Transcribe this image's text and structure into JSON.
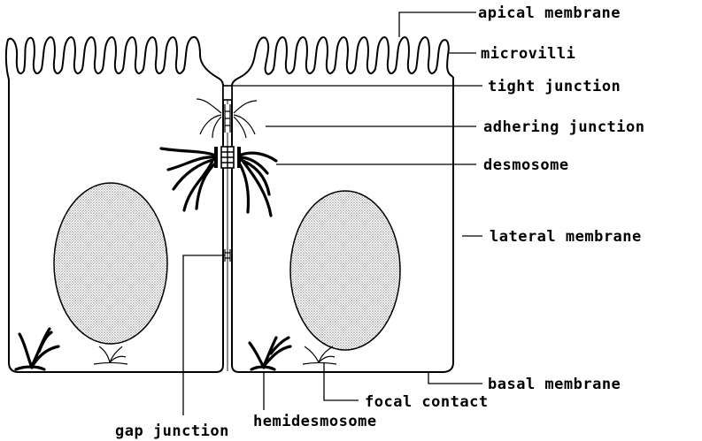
{
  "labels": {
    "apical_membrane": "apical membrane",
    "microvilli": "microvilli",
    "tight_junction": "tight junction",
    "adhering_junction": "adhering junction",
    "desmosome": "desmosome",
    "lateral_membrane": "lateral membrane",
    "basal_membrane": "basal membrane",
    "focal_contact": "focal contact",
    "hemidesmosome": "hemidesmosome",
    "gap_junction": "gap junction"
  },
  "colors": {
    "line": "#000000",
    "nucleus_stipple": "#8a8a8a",
    "background": "#ffffff"
  }
}
